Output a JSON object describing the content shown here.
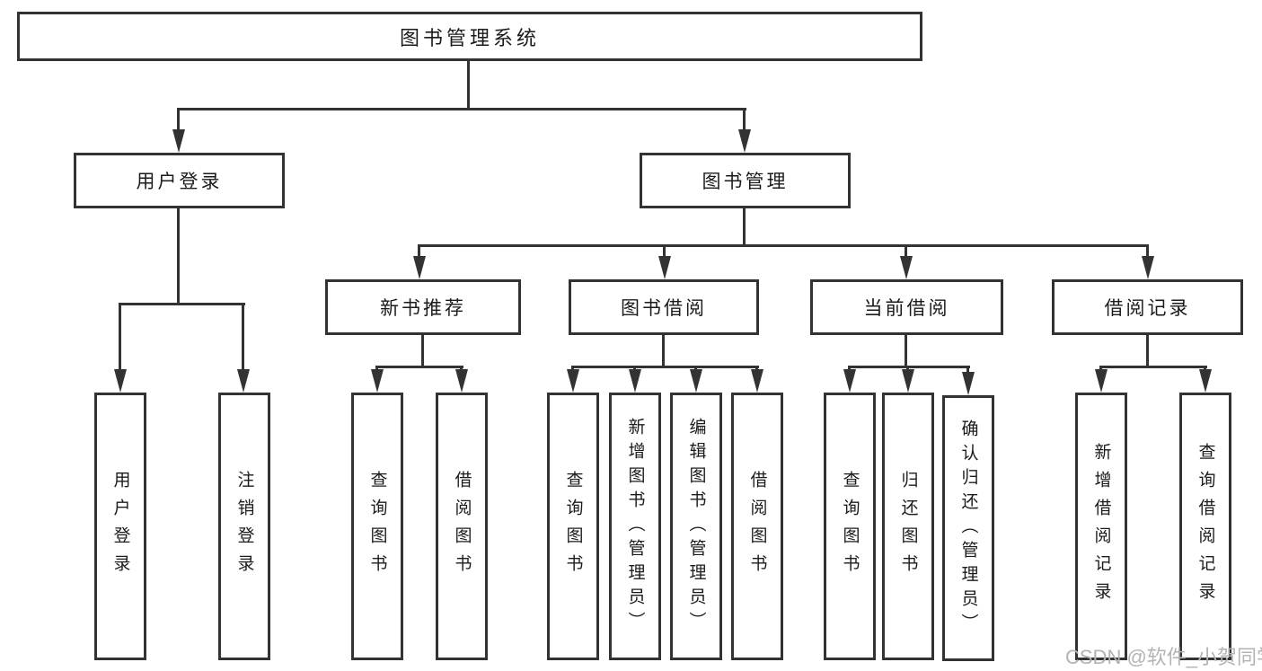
{
  "diagram": {
    "root": {
      "label": "图书管理系统"
    },
    "level2": [
      {
        "label": "用户登录"
      },
      {
        "label": "图书管理"
      }
    ],
    "level3": [
      {
        "label": "新书推荐"
      },
      {
        "label": "图书借阅"
      },
      {
        "label": "当前借阅"
      },
      {
        "label": "借阅记录"
      }
    ],
    "leaves": [
      {
        "label": "用户登录"
      },
      {
        "label": "注销登录"
      },
      {
        "label": "查询图书"
      },
      {
        "label": "借阅图书"
      },
      {
        "label": "查询图书"
      },
      {
        "label": "新增图书（管理员）"
      },
      {
        "label": "编辑图书（管理员）"
      },
      {
        "label": "借阅图书"
      },
      {
        "label": "查询图书"
      },
      {
        "label": "归还图书"
      },
      {
        "label": "确认归还（管理员）"
      },
      {
        "label": "新增借阅记录"
      },
      {
        "label": "查询借阅记录"
      }
    ]
  },
  "watermark": "CSDN @软件_小贺同学",
  "colors": {
    "line": "#333333",
    "text": "#1b1b1b",
    "watermark": "#b3b3b3",
    "background": "#ffffff"
  }
}
